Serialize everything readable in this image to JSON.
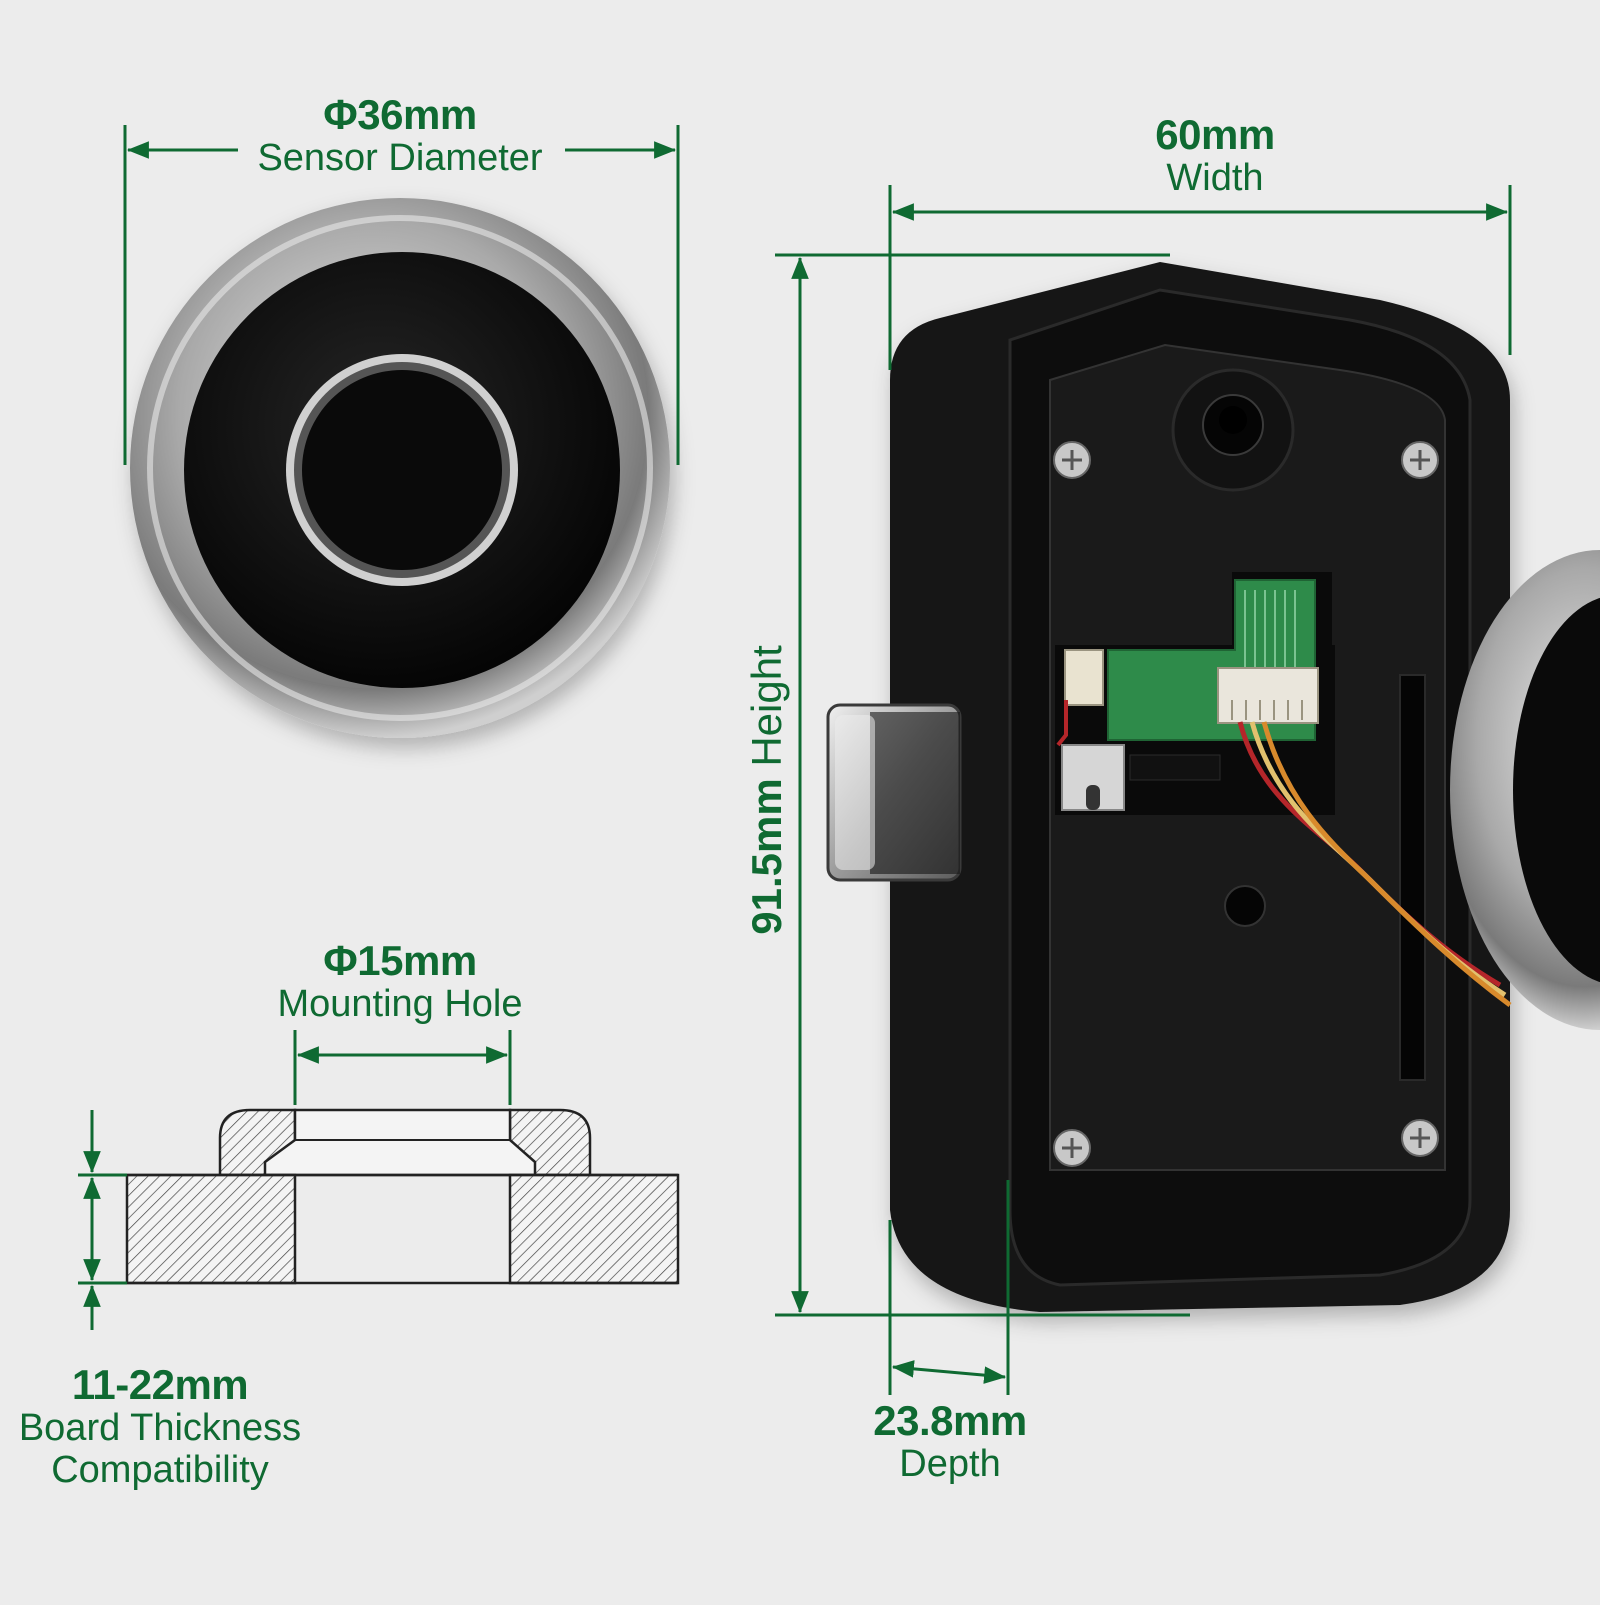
{
  "colors": {
    "accent": "#0f6a32",
    "background": "#ececec",
    "lock_body": "#141414",
    "bezel_metal": "#b8b8b8",
    "circuit_board": "#2e8b4a"
  },
  "sensor": {
    "value": "Φ36mm",
    "label": "Sensor Diameter"
  },
  "width": {
    "value": "60mm",
    "label": "Width"
  },
  "height": {
    "value": "91.5mm",
    "label": "Height"
  },
  "mounting_hole": {
    "value": "Φ15mm",
    "label": "Mounting Hole"
  },
  "board": {
    "value": "11-22mm",
    "label_line1": "Board Thickness",
    "label_line2": "Compatibility"
  },
  "depth": {
    "value": "23.8mm",
    "label": "Depth"
  }
}
